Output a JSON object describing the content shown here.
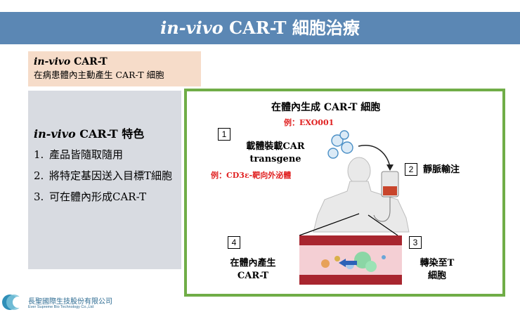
{
  "title": {
    "italic": "in-vivo",
    "rest": " CAR-T 細胞治療"
  },
  "definition": {
    "italic": "in-vivo",
    "bold_rest": " CAR-T",
    "text": "在病患體內主動產生 CAR-T 細胞"
  },
  "features": {
    "heading_italic": "in-vivo",
    "heading_rest": " CAR-T 特色",
    "items": [
      {
        "num": "1.",
        "text": "產品皆隨取隨用"
      },
      {
        "num": "2.",
        "text": "將特定基因送入目標T細胞"
      },
      {
        "num": "3.",
        "text": "可在體內形成CAR-T"
      }
    ]
  },
  "figure": {
    "title": "在體內生成 CAR-T 細胞",
    "example1": "例：EXO001",
    "step1": {
      "num": "1",
      "label_line1": "載體裝載CAR",
      "label_line2": "transgene",
      "example": "例：CD3ε-靶向外泌體"
    },
    "step2": {
      "num": "2",
      "label": "靜脈輸注"
    },
    "step3": {
      "num": "3",
      "label_line1": "轉染至T",
      "label_line2": "細胞"
    },
    "step4": {
      "num": "4",
      "label_line1": "在體內產生",
      "label_line2": "CAR-T"
    }
  },
  "logo": {
    "name": "長聖國際生技股份有限公司",
    "en": "Ever Supreme Bio Technology Co.,Ltd"
  },
  "colors": {
    "title_bar": "#5b87b4",
    "definition_bg": "#f6dcc9",
    "features_bg": "#d8dbe1",
    "figure_border": "#70ad47",
    "example_red": "#e02020"
  }
}
